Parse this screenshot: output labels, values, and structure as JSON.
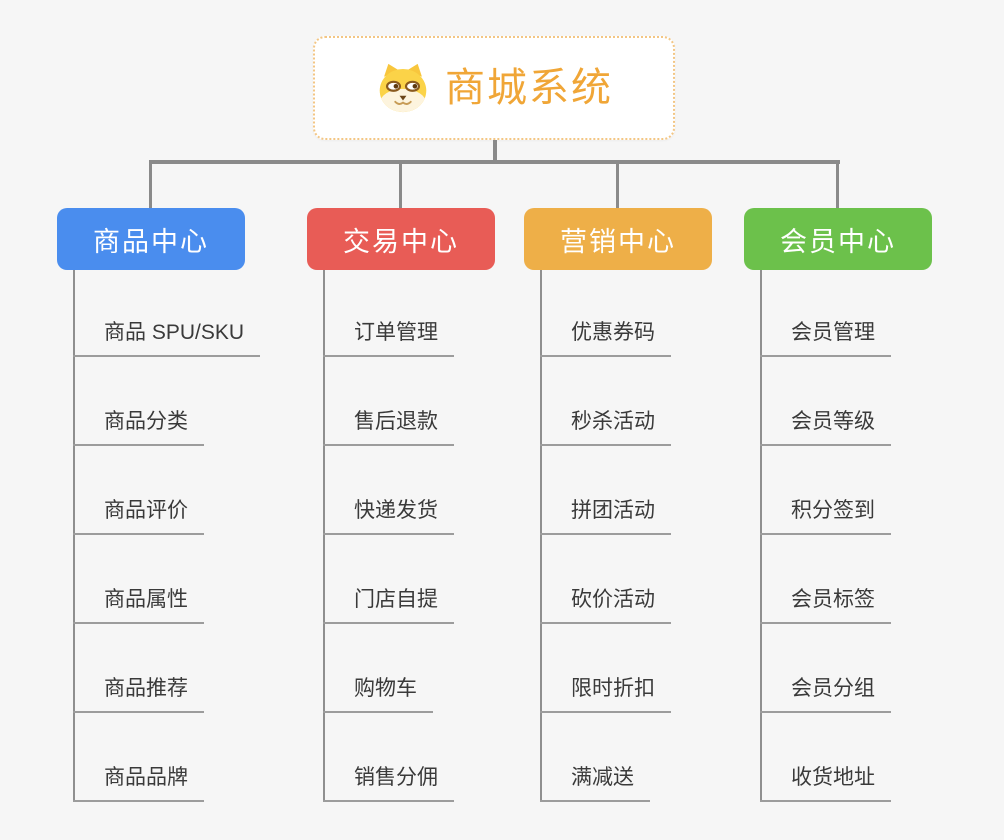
{
  "root": {
    "title": "商城系统",
    "icon": "shiba-dog-icon",
    "title_color": "#f0a637",
    "border_color": "#f3c684"
  },
  "branches": [
    {
      "label": "商品中心",
      "color": "#4a8dee",
      "items": [
        "商品 SPU/SKU",
        "商品分类",
        "商品评价",
        "商品属性",
        "商品推荐",
        "商品品牌"
      ]
    },
    {
      "label": "交易中心",
      "color": "#e85c56",
      "items": [
        "订单管理",
        "售后退款",
        "快递发货",
        "门店自提",
        "购物车",
        "销售分佣"
      ]
    },
    {
      "label": "营销中心",
      "color": "#eeaf48",
      "items": [
        "优惠券码",
        "秒杀活动",
        "拼团活动",
        "砍价活动",
        "限时折扣",
        "满减送"
      ]
    },
    {
      "label": "会员中心",
      "color": "#6cc14b",
      "items": [
        "会员管理",
        "会员等级",
        "积分签到",
        "会员标签",
        "会员分组",
        "收货地址"
      ]
    }
  ],
  "colors": {
    "background": "#f6f6f6",
    "connector": "#8a8a8a",
    "rail": "#8f8f8f",
    "underline": "#9c9c9c",
    "leaf_text": "#3a3a3a"
  }
}
